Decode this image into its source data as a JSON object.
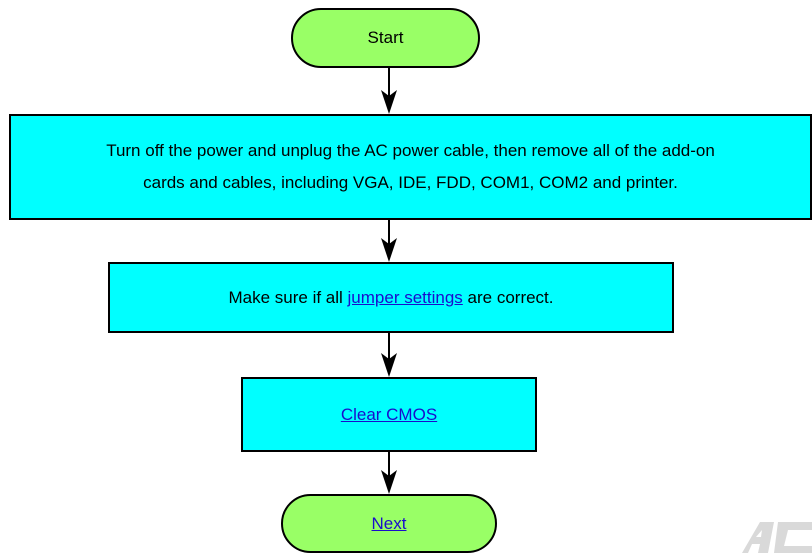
{
  "flowchart": {
    "start_label": "Start",
    "step1": {
      "line1": "Turn off the power and unplug the AC power cable, then remove all of the add-on",
      "line2": "cards and cables, including VGA, IDE, FDD, COM1, COM2 and printer."
    },
    "step2": {
      "prefix": "Make sure if all ",
      "link": "jumper settings",
      "suffix": " are correct."
    },
    "step3": {
      "link": "Clear CMOS"
    },
    "end": {
      "link": "Next"
    }
  },
  "colors": {
    "terminal_fill": "#99ff66",
    "process_fill": "#00ffff",
    "link": "#1a0dcc"
  },
  "watermark_logo": "AOpen"
}
